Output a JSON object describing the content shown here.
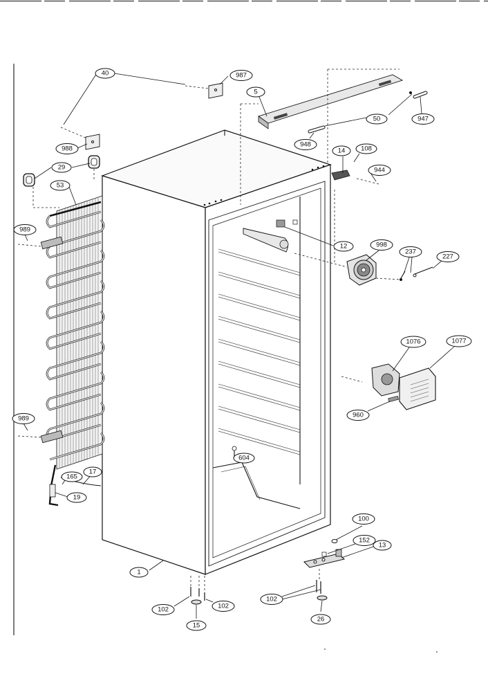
{
  "callouts": [
    {
      "id": "c40",
      "label": "40"
    },
    {
      "id": "c987",
      "label": "987"
    },
    {
      "id": "c5",
      "label": "5"
    },
    {
      "id": "c50",
      "label": "50"
    },
    {
      "id": "c947",
      "label": "947"
    },
    {
      "id": "c948",
      "label": "948"
    },
    {
      "id": "c14",
      "label": "14"
    },
    {
      "id": "c108",
      "label": "108"
    },
    {
      "id": "c944",
      "label": "944"
    },
    {
      "id": "c988",
      "label": "988"
    },
    {
      "id": "c29",
      "label": "29"
    },
    {
      "id": "c53",
      "label": "53"
    },
    {
      "id": "c989a",
      "label": "989"
    },
    {
      "id": "c12",
      "label": "12"
    },
    {
      "id": "c998",
      "label": "998"
    },
    {
      "id": "c237",
      "label": "237"
    },
    {
      "id": "c227",
      "label": "227"
    },
    {
      "id": "c1076",
      "label": "1076"
    },
    {
      "id": "c1077",
      "label": "1077"
    },
    {
      "id": "c960",
      "label": "960"
    },
    {
      "id": "c989b",
      "label": "989"
    },
    {
      "id": "c604",
      "label": "604"
    },
    {
      "id": "c165",
      "label": "165"
    },
    {
      "id": "c17",
      "label": "17"
    },
    {
      "id": "c19",
      "label": "19"
    },
    {
      "id": "c100",
      "label": "100"
    },
    {
      "id": "c152",
      "label": "152"
    },
    {
      "id": "c13",
      "label": "13"
    },
    {
      "id": "c1",
      "label": "1"
    },
    {
      "id": "c102a",
      "label": "102"
    },
    {
      "id": "c102b",
      "label": "102"
    },
    {
      "id": "c102c",
      "label": "102"
    },
    {
      "id": "c15",
      "label": "15"
    },
    {
      "id": "c26",
      "label": "26"
    }
  ]
}
